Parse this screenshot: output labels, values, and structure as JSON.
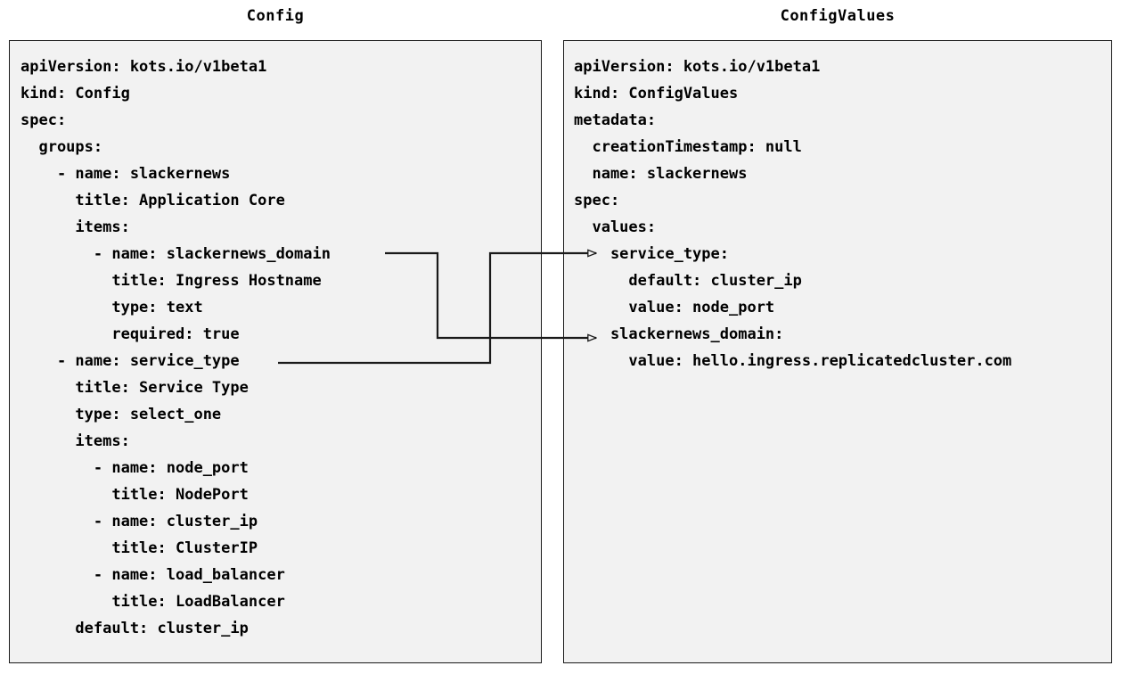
{
  "left_panel": {
    "title": "Config",
    "lines": [
      "apiVersion: kots.io/v1beta1",
      "kind: Config",
      "spec:",
      "  groups:",
      "    - name: slackernews",
      "      title: Application Core",
      "      items:",
      "        - name: slackernews_domain",
      "          title: Ingress Hostname",
      "          type: text",
      "          required: true",
      "    - name: service_type",
      "      title: Service Type",
      "      type: select_one",
      "      items:",
      "        - name: node_port",
      "          title: NodePort",
      "        - name: cluster_ip",
      "          title: ClusterIP",
      "        - name: load_balancer",
      "          title: LoadBalancer",
      "      default: cluster_ip"
    ]
  },
  "right_panel": {
    "title": "ConfigValues",
    "lines": [
      "apiVersion: kots.io/v1beta1",
      "kind: ConfigValues",
      "metadata:",
      "  creationTimestamp: null",
      "  name: slackernews",
      "spec:",
      "  values:",
      "    service_type:",
      "      default: cluster_ip",
      "      value: node_port",
      "    slackernews_domain:",
      "      value: hello.ingress.replicatedcluster.com"
    ]
  },
  "connectors": [
    {
      "name": "slackernews-domain-connector",
      "source_label": "slackernews_domain",
      "target_label": "slackernews_domain:"
    },
    {
      "name": "service-type-connector",
      "source_label": "service_type",
      "target_label": "service_type:"
    }
  ],
  "colors": {
    "panel_background": "#f2f2f2",
    "panel_border": "#1a1a1a",
    "text": "#000000",
    "connector": "#1a1a1a",
    "page_background": "#ffffff"
  }
}
